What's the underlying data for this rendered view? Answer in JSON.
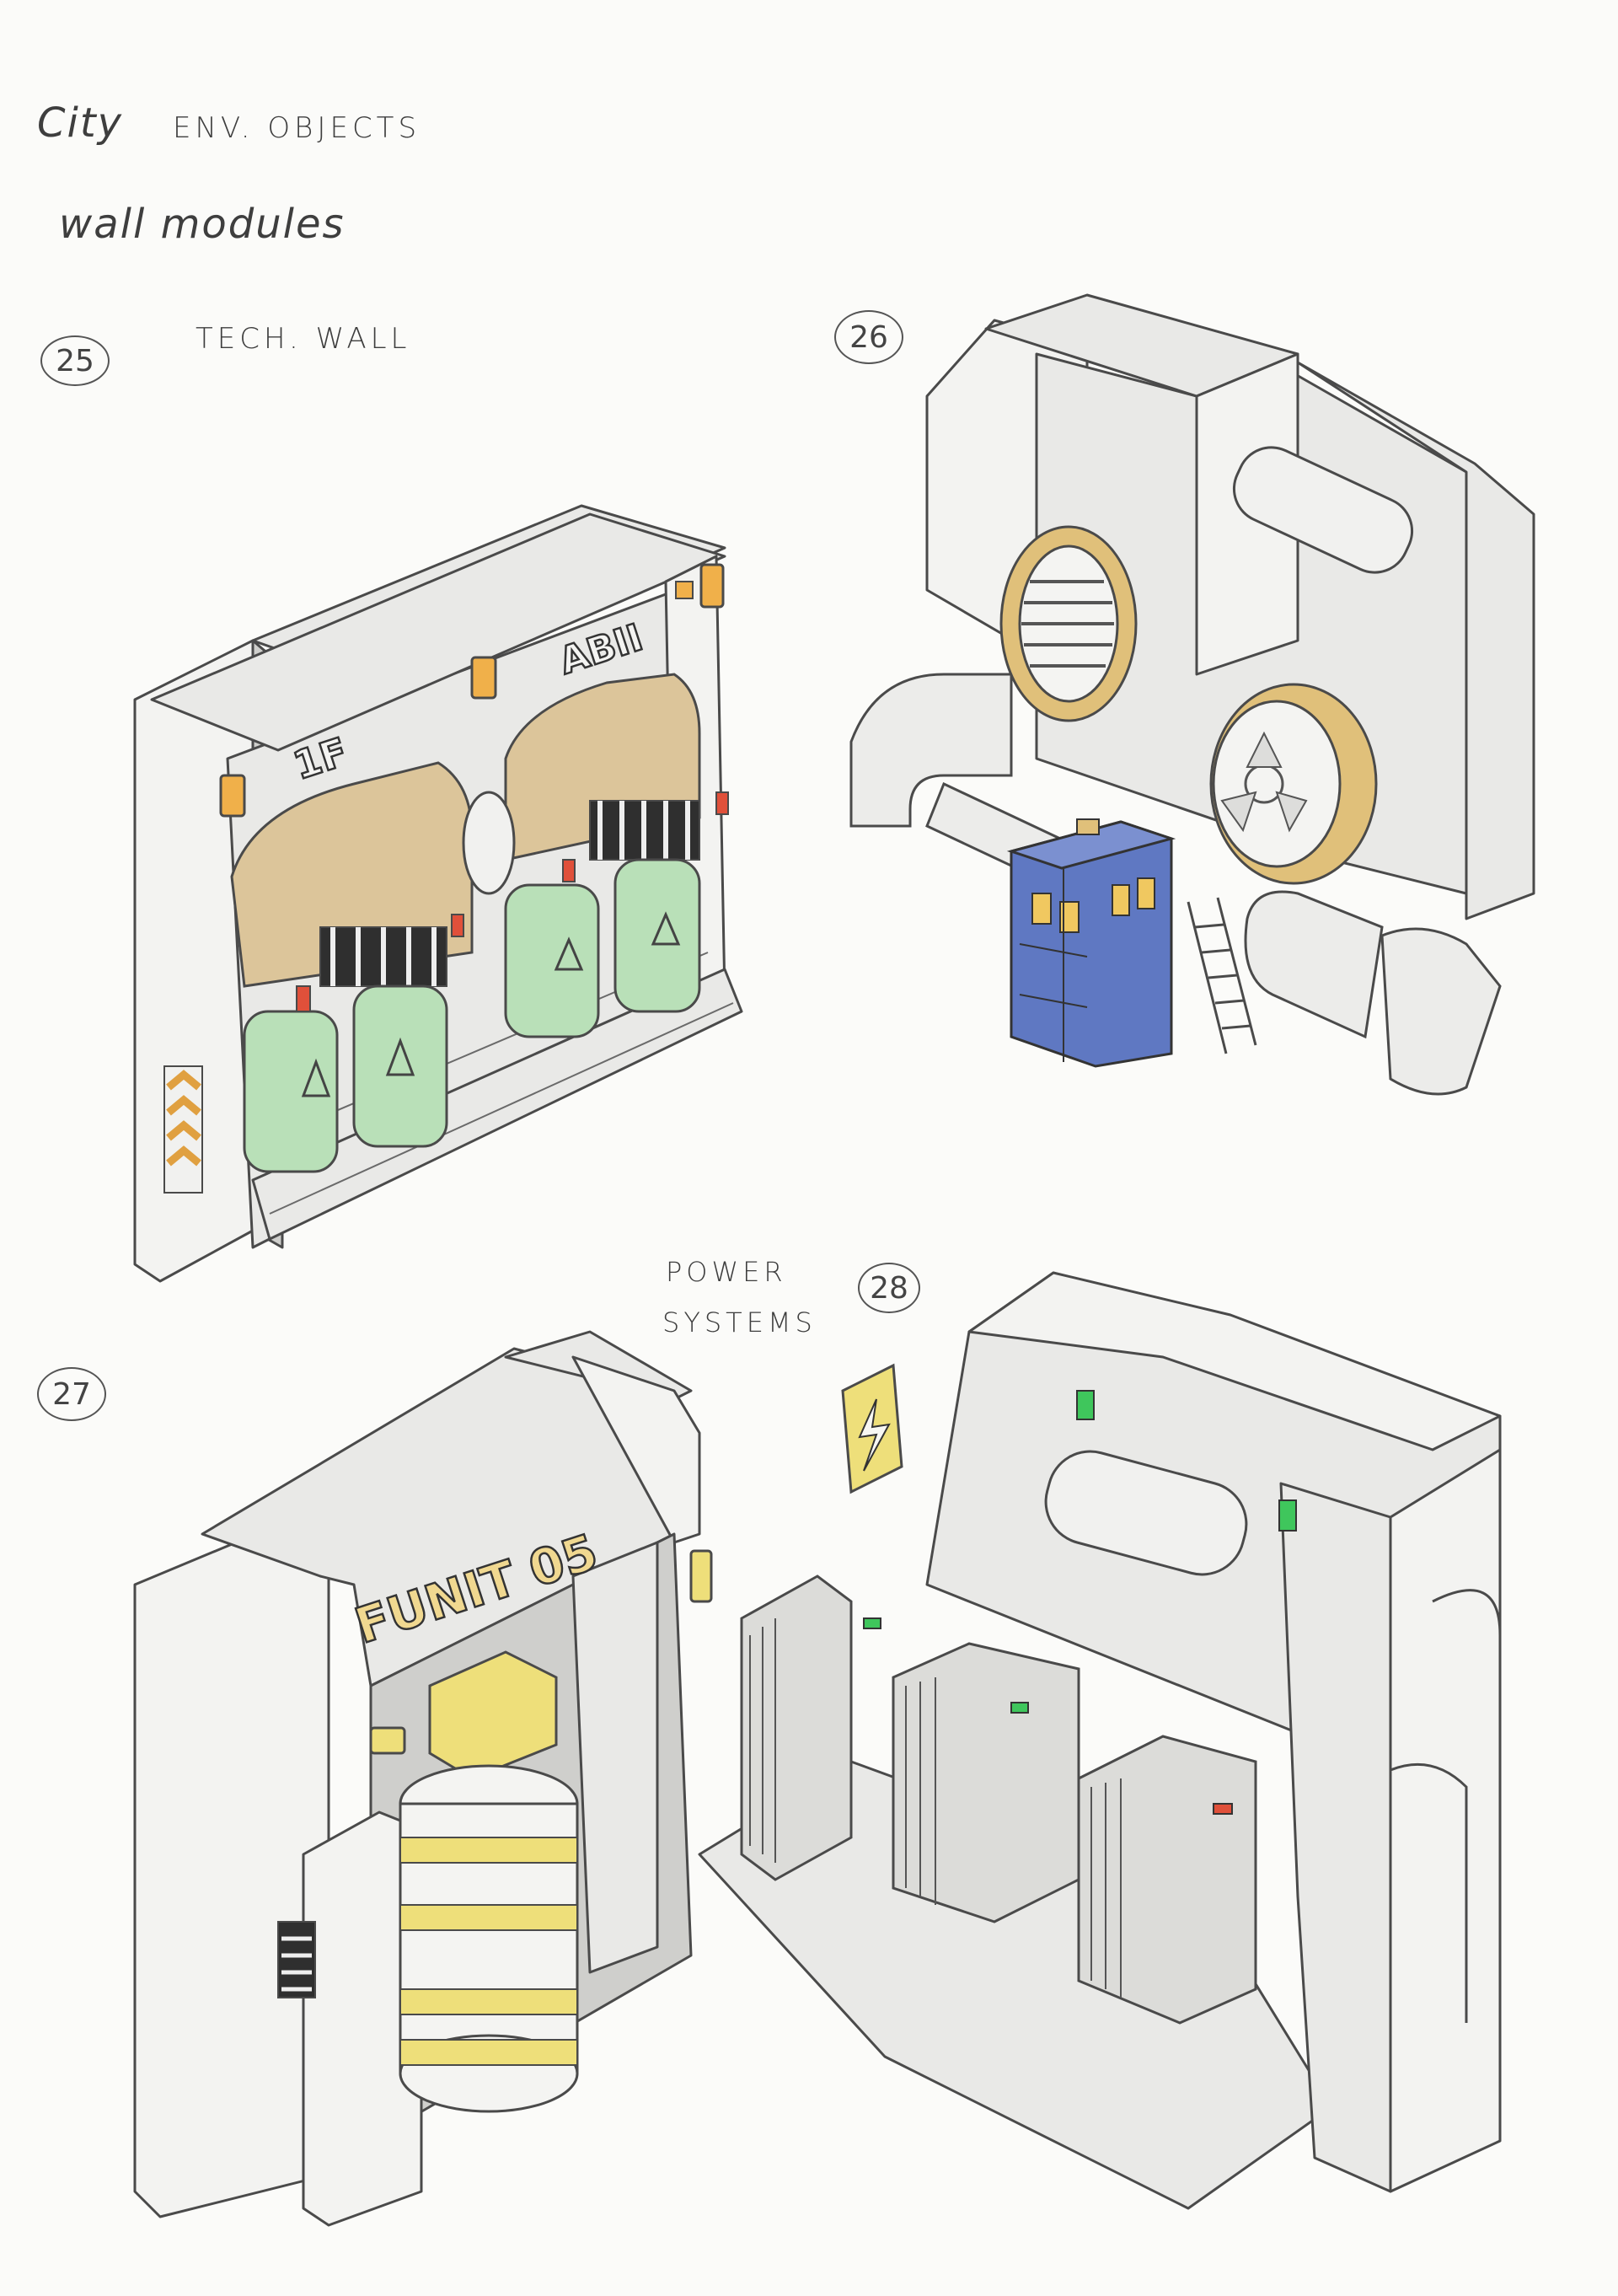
{
  "header": {
    "line1_a": "City",
    "line1_b": "ENV. OBJECTS",
    "line2": "wall modules"
  },
  "modules": [
    {
      "number": "25",
      "label": "TECH. WALL",
      "signs": [
        "1F",
        "ABII"
      ]
    },
    {
      "number": "26",
      "label": ""
    },
    {
      "number": "27",
      "label": "",
      "signs": [
        "FUNIT 05"
      ]
    },
    {
      "number": "28",
      "label_line1": "POWER",
      "label_line2": "SYSTEMS"
    }
  ],
  "colors": {
    "paper": "#fbfbf9",
    "line": "#4a4a4a",
    "metal": "#e9e9e7",
    "tan_canopy": "#dcc59a",
    "green_tank": "#b9e0b8",
    "orange_light": "#f0b04a",
    "red_light": "#e0503a",
    "green_light": "#3fc65c",
    "blue_box": "#5f78c2",
    "yellow_accent": "#eedf7a",
    "brass_ring": "#e0c07a"
  }
}
